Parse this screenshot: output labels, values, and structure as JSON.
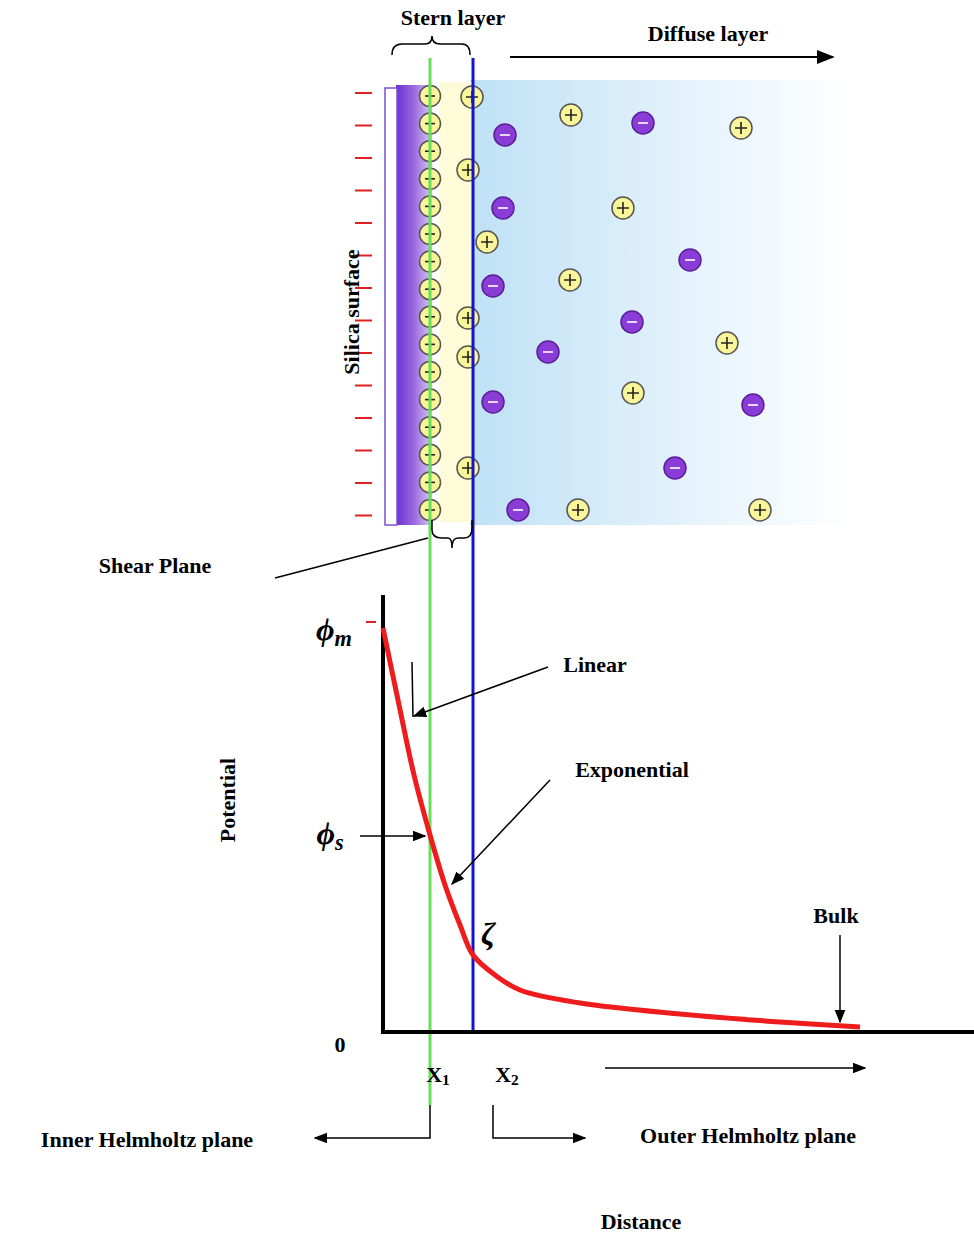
{
  "diagram": {
    "labels": [
      "Stern layer",
      "Diffuse layer",
      "Silica surface",
      "Shear Plane",
      "ϕm",
      "Linear",
      "Exponential",
      "Potential",
      "ϕs",
      "ζ",
      "Bulk",
      "0",
      "X1",
      "X2",
      "Inner Helmholtz plane",
      "Outer Helmholtz plane",
      "Distance"
    ]
  }
}
